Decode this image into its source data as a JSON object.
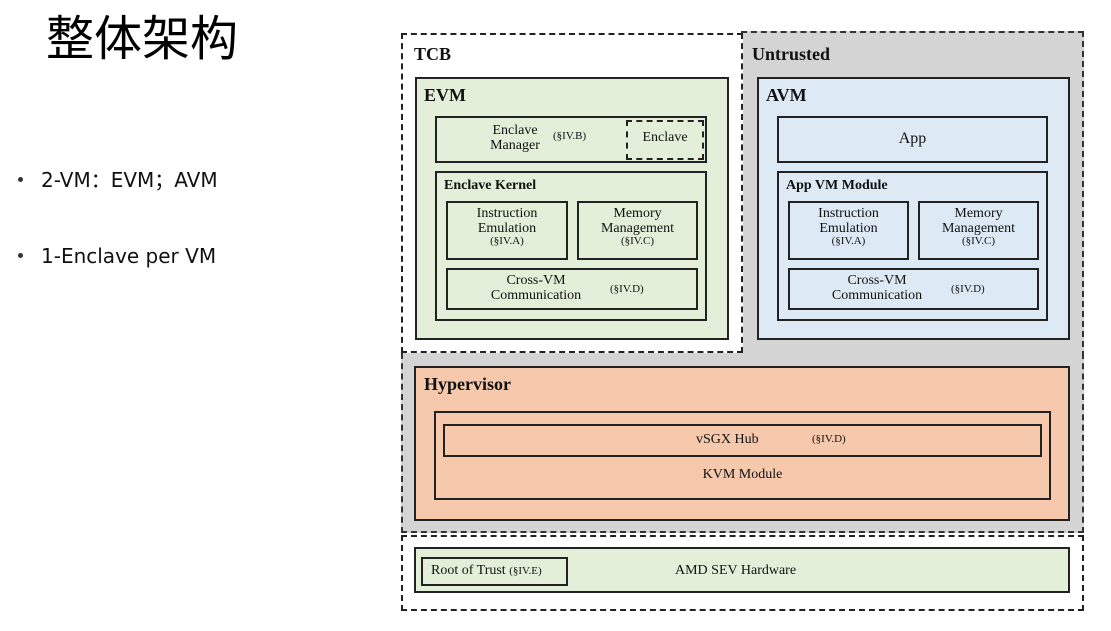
{
  "slide": {
    "title": "整体架构",
    "bullets": [
      "2-VM：EVM；AVM",
      "1-Enclave per VM"
    ]
  },
  "diagram": {
    "tcb_label": "TCB",
    "untrusted_label": "Untrusted",
    "evm": {
      "label": "EVM",
      "enclave_manager_line1": "Enclave",
      "enclave_manager_line2": "Manager",
      "enclave_manager_ref": "(§IV.B)",
      "enclave_label": "Enclave",
      "kernel_label": "Enclave Kernel",
      "instr_line1": "Instruction",
      "instr_line2": "Emulation",
      "instr_ref": "(§IV.A)",
      "mem_line1": "Memory",
      "mem_line2": "Management",
      "mem_ref": "(§IV.C)",
      "cross_line1": "Cross-VM",
      "cross_line2": "Communication",
      "cross_ref": "(§IV.D)"
    },
    "avm": {
      "label": "AVM",
      "app_label": "App",
      "module_label": "App VM Module",
      "instr_line1": "Instruction",
      "instr_line2": "Emulation",
      "instr_ref": "(§IV.A)",
      "mem_line1": "Memory",
      "mem_line2": "Management",
      "mem_ref": "(§IV.C)",
      "cross_line1": "Cross-VM",
      "cross_line2": "Communication",
      "cross_ref": "(§IV.D)"
    },
    "hypervisor": {
      "label": "Hypervisor",
      "vsgx_label": "vSGX Hub",
      "vsgx_ref": "(§IV.D)",
      "kvm_label": "KVM Module"
    },
    "hardware": {
      "root_label": "Root of Trust",
      "root_ref": "(§IV.E)",
      "hw_label": "AMD SEV Hardware"
    }
  }
}
